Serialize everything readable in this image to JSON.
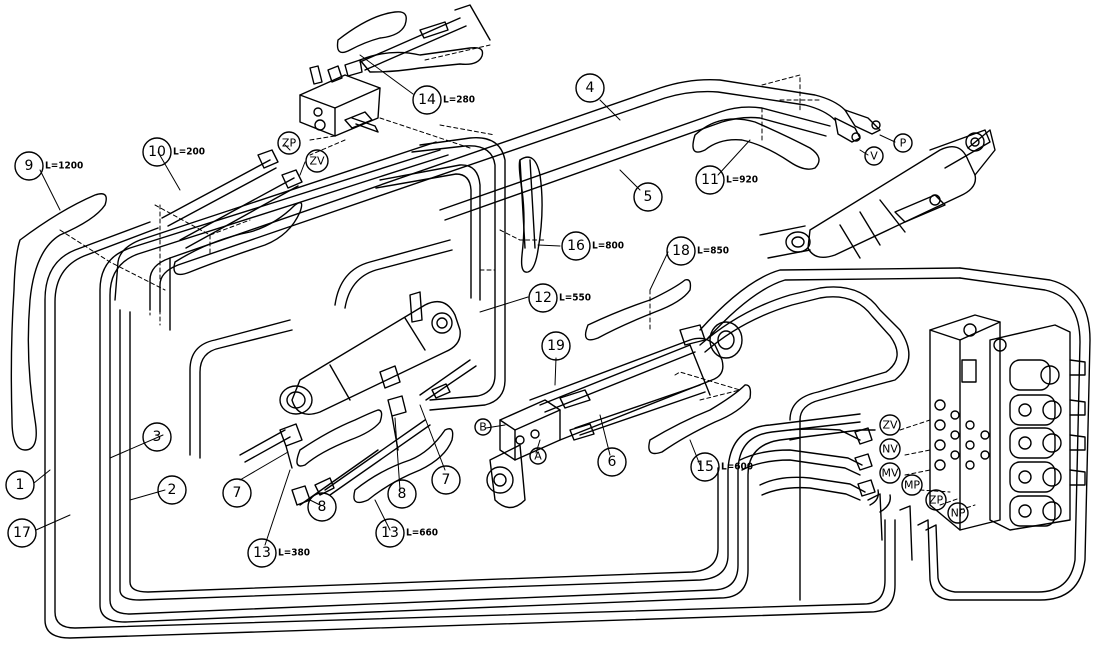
{
  "callouts": [
    {
      "num": "1"
    },
    {
      "num": "2"
    },
    {
      "num": "3"
    },
    {
      "num": "4"
    },
    {
      "num": "5"
    },
    {
      "num": "6"
    },
    {
      "num": "7"
    },
    {
      "num": "7"
    },
    {
      "num": "8"
    },
    {
      "num": "8"
    },
    {
      "num": "9",
      "len": "L=1200"
    },
    {
      "num": "10",
      "len": "L=200"
    },
    {
      "num": "11",
      "len": "L=920"
    },
    {
      "num": "12",
      "len": "L=550"
    },
    {
      "num": "13",
      "len": "L=380"
    },
    {
      "num": "13",
      "len": "L=660"
    },
    {
      "num": "14",
      "len": "L=280"
    },
    {
      "num": "15",
      "len": "L=600"
    },
    {
      "num": "16",
      "len": "L=800"
    },
    {
      "num": "17"
    },
    {
      "num": "18",
      "len": "L=850"
    },
    {
      "num": "19"
    }
  ],
  "ports": [
    "ZP",
    "ZV",
    "P",
    "V",
    "A",
    "B",
    "ZV",
    "NV",
    "MV",
    "MP",
    "ZP",
    "NP"
  ],
  "colors": {
    "stroke": "#000000",
    "background": "#ffffff"
  }
}
